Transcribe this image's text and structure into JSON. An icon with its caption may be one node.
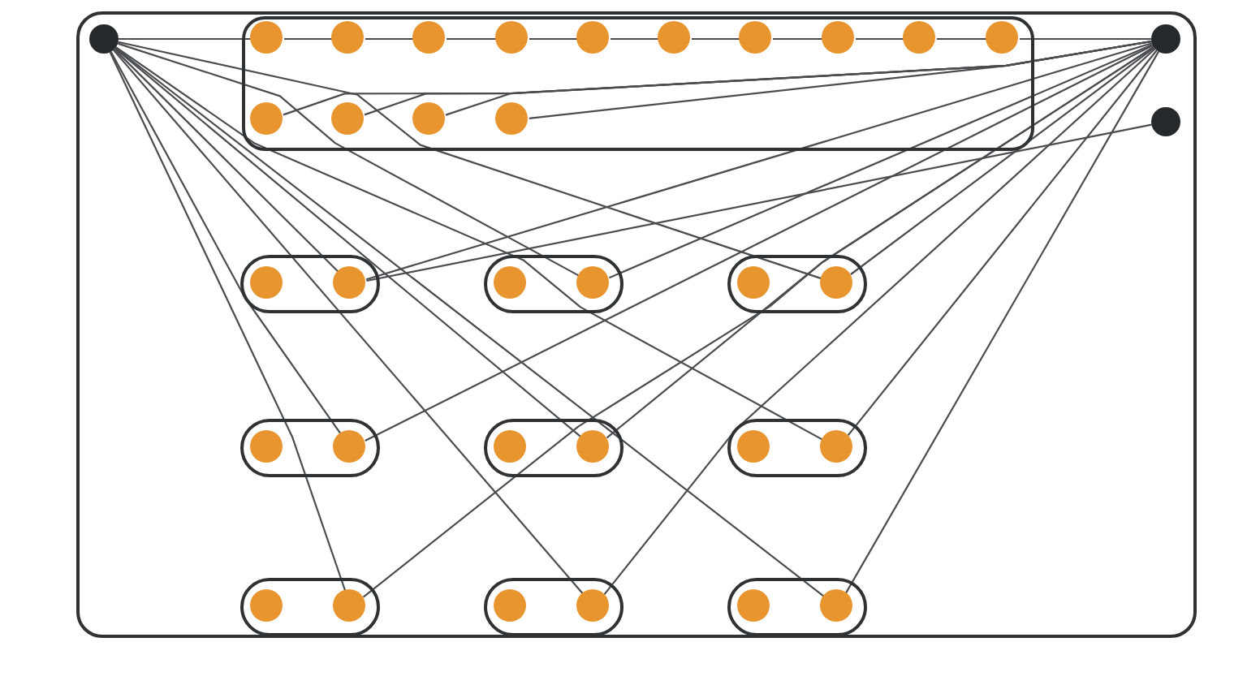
{
  "diagram": {
    "nodes": [
      {
        "text": [],
        "shape": "box"
      },
      {
        "text": [],
        "shape": "circle",
        "in": 0
      },
      {
        "text": [],
        "shape": "box",
        "in": 0
      },
      {
        "text": [],
        "shape": "circle",
        "in": 2
      },
      {
        "text": [],
        "shape": "circle",
        "in": 2
      },
      {
        "text": [],
        "shape": "circle",
        "in": 2
      },
      {
        "text": [],
        "shape": "circle",
        "in": 2
      },
      {
        "text": [],
        "shape": "circle",
        "in": 2
      },
      {
        "text": [],
        "shape": "circle",
        "in": 2
      },
      {
        "text": [],
        "shape": "circle",
        "in": 2
      },
      {
        "text": [],
        "shape": "circle",
        "in": 2
      },
      {
        "text": [],
        "shape": "circle",
        "in": 2
      },
      {
        "text": [],
        "shape": "circle",
        "in": 2
      },
      {
        "text": [],
        "shape": "circle",
        "in": 2
      },
      {
        "text": [],
        "shape": "circle",
        "in": 2
      },
      {
        "text": [],
        "shape": "circle",
        "in": 2
      },
      {
        "text": [],
        "shape": "circle",
        "in": 2
      },
      {
        "text": [],
        "shape": "circle",
        "in": 0
      },
      {
        "text": [],
        "shape": "circle",
        "in": 0
      },
      {
        "text": [],
        "shape": "box",
        "in": 0
      },
      {
        "text": [],
        "shape": "circle",
        "in": 19
      },
      {
        "text": [],
        "shape": "circle",
        "in": 19
      },
      {
        "text": [],
        "shape": "box",
        "in": 0
      },
      {
        "text": [],
        "shape": "circle",
        "in": 22
      },
      {
        "text": [],
        "shape": "circle",
        "in": 22
      },
      {
        "text": [],
        "shape": "box",
        "in": 0
      },
      {
        "text": [],
        "shape": "circle",
        "in": 25
      },
      {
        "text": [],
        "shape": "circle",
        "in": 25
      },
      {
        "text": [],
        "shape": "box",
        "in": 0
      },
      {
        "text": [],
        "shape": "circle",
        "in": 28
      },
      {
        "text": [],
        "shape": "circle",
        "in": 28
      },
      {
        "text": [],
        "shape": "box",
        "in": 0
      },
      {
        "text": [],
        "shape": "circle",
        "in": 31
      },
      {
        "text": [],
        "shape": "circle",
        "in": 31
      },
      {
        "text": [],
        "shape": "box",
        "in": 0
      },
      {
        "text": [],
        "shape": "circle",
        "in": 34
      },
      {
        "text": [],
        "shape": "circle",
        "in": 34
      },
      {
        "text": [],
        "shape": "box",
        "in": 0
      },
      {
        "text": [],
        "shape": "circle",
        "in": 37
      },
      {
        "text": [],
        "shape": "circle",
        "in": 37
      },
      {
        "text": [],
        "shape": "box",
        "in": 0
      },
      {
        "text": [],
        "shape": "circle",
        "in": 40
      },
      {
        "text": [],
        "shape": "circle",
        "in": 40
      },
      {
        "text": [],
        "shape": "box",
        "in": 0
      },
      {
        "text": [],
        "shape": "circle",
        "in": 43
      },
      {
        "text": [],
        "shape": "circle",
        "in": 43
      }
    ],
    "edges": [
      {
        "from": 1,
        "to": 3,
        "arrow": "none"
      },
      {
        "from": 3,
        "to": 4,
        "arrow": "none"
      },
      {
        "from": 4,
        "to": 5,
        "arrow": "none"
      },
      {
        "from": 5,
        "to": 6,
        "arrow": "none"
      },
      {
        "from": 6,
        "to": 7,
        "arrow": "none"
      },
      {
        "from": 7,
        "to": 8,
        "arrow": "none"
      },
      {
        "from": 8,
        "to": 9,
        "arrow": "none"
      },
      {
        "from": 9,
        "to": 10,
        "arrow": "none"
      },
      {
        "from": 10,
        "to": 11,
        "arrow": "none"
      },
      {
        "from": 11,
        "to": 12,
        "arrow": "none"
      },
      {
        "from": 12,
        "to": 17,
        "arrow": "none"
      },
      {
        "from": 1,
        "to": 21,
        "arrow": "none"
      },
      {
        "from": 1,
        "to": 24,
        "arrow": "none"
      },
      {
        "from": 1,
        "to": 27,
        "arrow": "none"
      },
      {
        "from": 1,
        "to": 30,
        "arrow": "none"
      },
      {
        "from": 1,
        "to": 33,
        "arrow": "none"
      },
      {
        "from": 1,
        "to": 36,
        "arrow": "none"
      },
      {
        "from": 1,
        "to": 39,
        "arrow": "none"
      },
      {
        "from": 1,
        "to": 42,
        "arrow": "none"
      },
      {
        "from": 1,
        "to": 45,
        "arrow": "none"
      },
      {
        "from": 17,
        "to": 21,
        "arrow": "none"
      },
      {
        "from": 17,
        "to": 24,
        "arrow": "none"
      },
      {
        "from": 17,
        "to": 27,
        "arrow": "none"
      },
      {
        "from": 17,
        "to": 30,
        "arrow": "none"
      },
      {
        "from": 17,
        "to": 33,
        "arrow": "none"
      },
      {
        "from": 17,
        "to": 36,
        "arrow": "none"
      },
      {
        "from": 17,
        "to": 39,
        "arrow": "none"
      },
      {
        "from": 17,
        "to": 42,
        "arrow": "none"
      },
      {
        "from": 17,
        "to": 45,
        "arrow": "none"
      },
      {
        "from": 17,
        "to": 13,
        "arrow": "none"
      },
      {
        "from": 17,
        "to": 14,
        "arrow": "none"
      },
      {
        "from": 17,
        "to": 15,
        "arrow": "none"
      },
      {
        "from": 17,
        "to": 16,
        "arrow": "none"
      },
      {
        "from": 18,
        "to": 21,
        "arrow": "none"
      }
    ]
  }
}
